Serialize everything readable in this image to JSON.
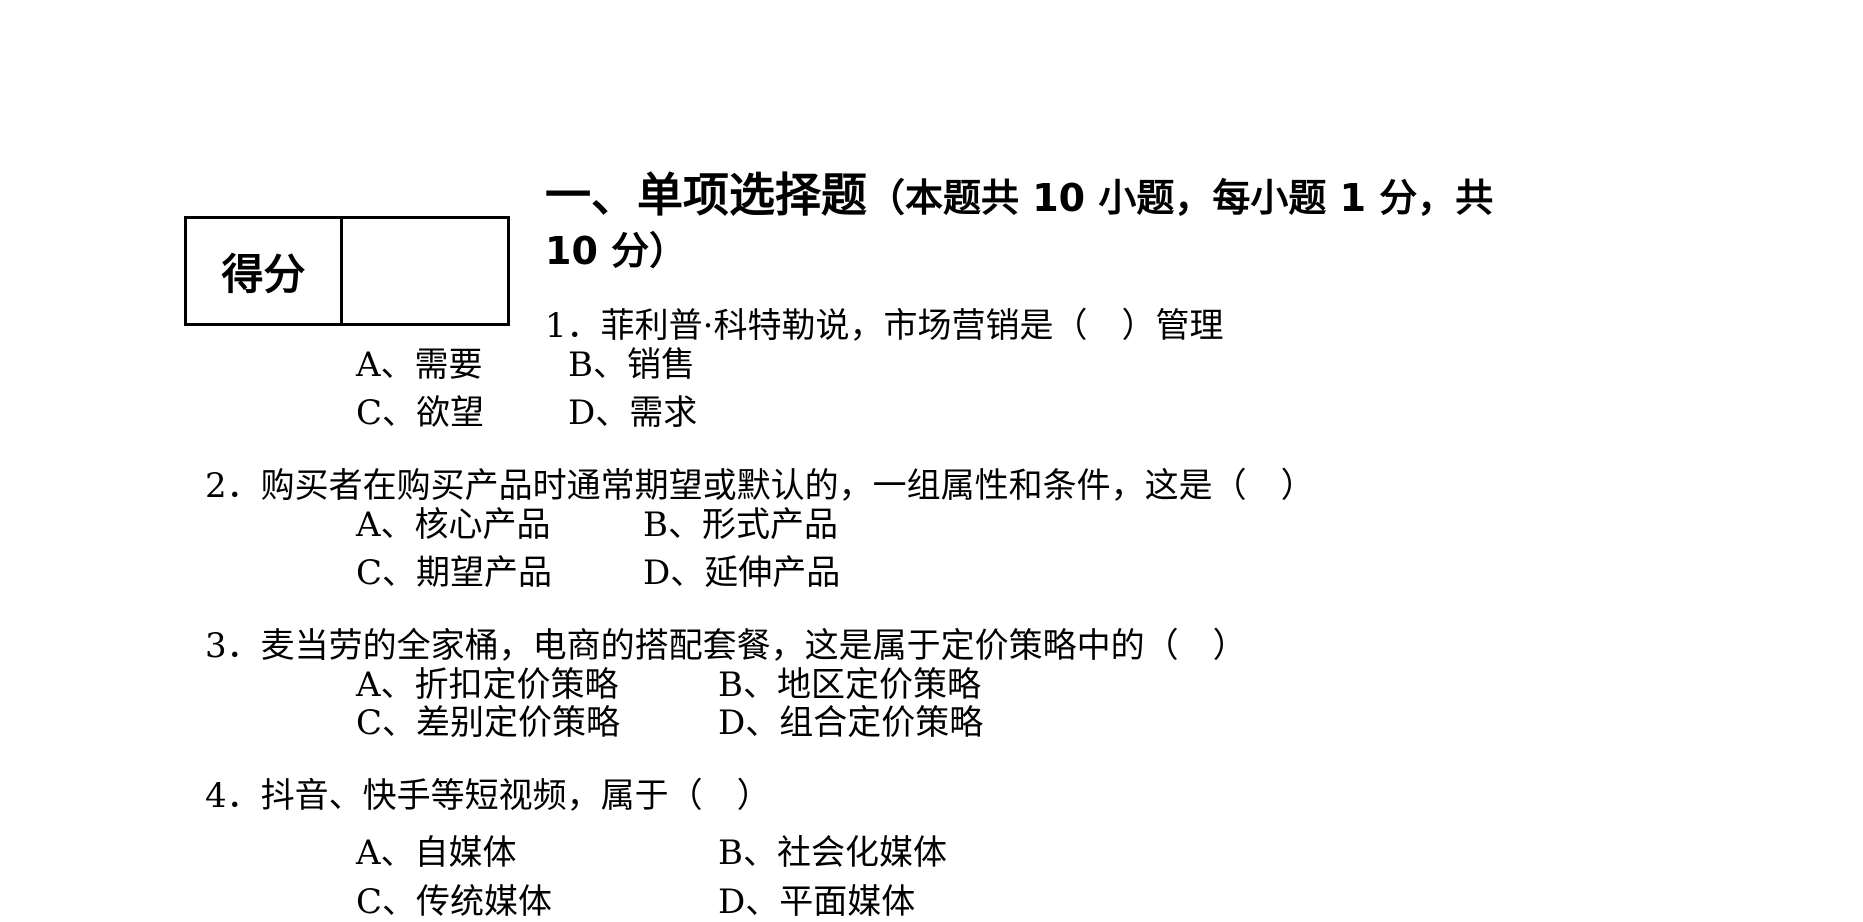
{
  "score_box": {
    "label": "得分",
    "value": ""
  },
  "section": {
    "title_main": "一、单项选择题",
    "title_note_line1": "（本题共 10 小题，每小题 1 分，共",
    "title_note_line2": "10 分）"
  },
  "questions": [
    {
      "stem": "1．菲利普·科特勒说，市场营销是（　）管理",
      "options": [
        "A、需要",
        "B、销售",
        "C、欲望",
        "D、需求"
      ]
    },
    {
      "stem": "2．购买者在购买产品时通常期望或默认的，一组属性和条件，这是（　）",
      "options": [
        "A、核心产品",
        "B、形式产品",
        "C、期望产品",
        "D、延伸产品"
      ]
    },
    {
      "stem": "3．麦当劳的全家桶，电商的搭配套餐，这是属于定价策略中的（　）",
      "options": [
        "A、折扣定价策略",
        "B、地区定价策略",
        "C、差别定价策略",
        "D、组合定价策略"
      ]
    },
    {
      "stem": "4．抖音、快手等短视频，属于（　）",
      "options": [
        "A、自媒体",
        "B、社会化媒体",
        "C、传统媒体",
        "D、平面媒体"
      ]
    }
  ]
}
